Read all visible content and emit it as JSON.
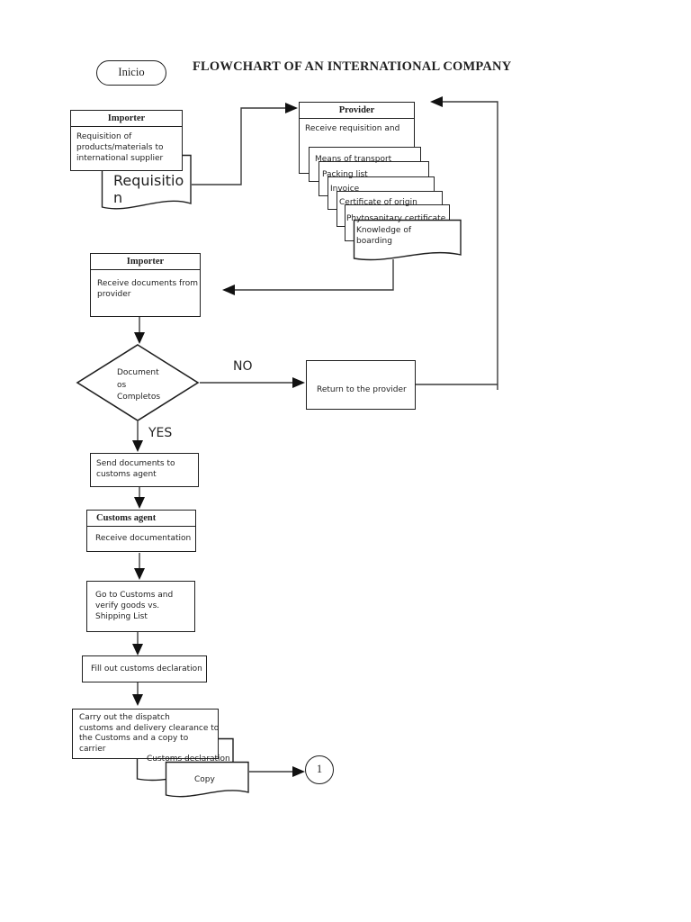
{
  "page": {
    "title": "FLOWCHART OF AN INTERNATIONAL COMPANY"
  },
  "start": {
    "label": "Inicio"
  },
  "importer_requisition": {
    "header": "Importer",
    "body": "Requisition of products/materials to international supplier"
  },
  "requisition_doc": {
    "label": "Requisition"
  },
  "provider": {
    "header": "Provider",
    "body": "Receive requisition and"
  },
  "provider_documents": [
    "Means of transport",
    "Packing list",
    "Invoice",
    "Certificate of origin",
    "Phytosanitary certificate",
    "Knowledge of boarding"
  ],
  "importer_receive": {
    "header": "Importer",
    "body": "Receive documents from provider"
  },
  "decision": {
    "line1": "Document",
    "line2": "os",
    "line3": "Completos"
  },
  "branch": {
    "no": "NO",
    "yes": "YES"
  },
  "return_provider": {
    "label": "Return to the provider"
  },
  "send_documents": {
    "label": "Send documents to customs agent"
  },
  "customs_agent": {
    "header": "Customs agent",
    "body": "Receive documentation"
  },
  "go_to_customs": {
    "label": "Go to Customs and verify goods vs. Shipping List"
  },
  "fill_declaration": {
    "label": "Fill out customs declaration"
  },
  "carry_dispatch": {
    "lines": [
      "Carry out the dispatch",
      "customs and delivery clearance to",
      "the Customs and a copy to",
      "carrier"
    ]
  },
  "declaration_doc": {
    "label": "Customs declaration"
  },
  "copy_doc": {
    "label": "Copy"
  },
  "offpage_connector": {
    "label": "1"
  },
  "colors": {
    "line": "#1f1f1f",
    "background": "#ffffff"
  }
}
